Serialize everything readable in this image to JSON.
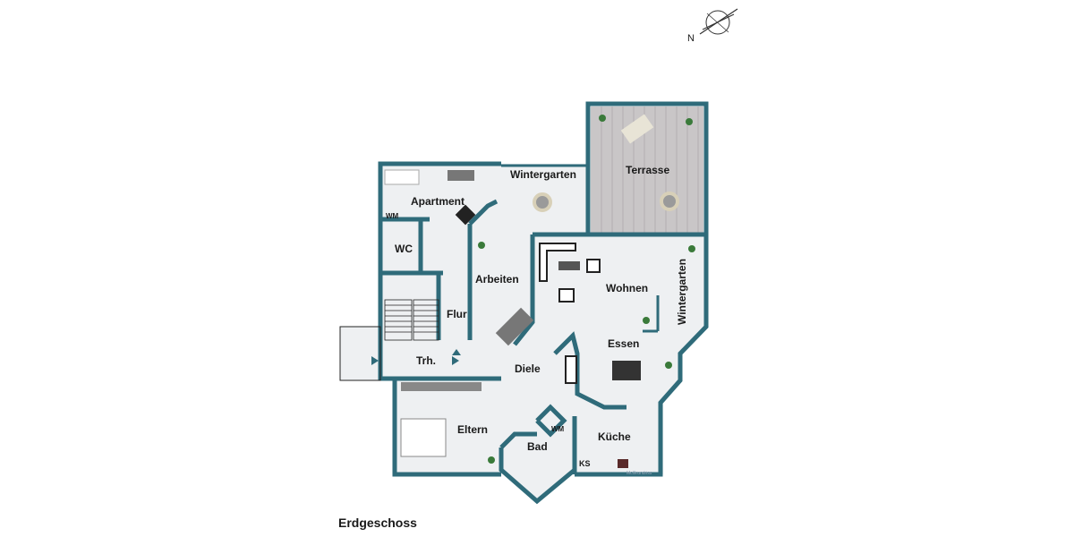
{
  "plan": {
    "caption": "Erdgeschoss",
    "compass_label": "N",
    "wall_color": "#2f6b7a",
    "rooms": {
      "terrasse": "Terrasse",
      "wintergarten_top": "Wintergarten",
      "apartment": "Apartment",
      "wc": "WC",
      "arbeiten": "Arbeiten",
      "wohnen": "Wohnen",
      "wintergarten_right": "Wintergarten",
      "flur": "Flur",
      "trh": "Trh.",
      "essen": "Essen",
      "diele": "Diele",
      "eltern": "Eltern",
      "bad": "Bad",
      "kueche": "Küche"
    },
    "fixtures": {
      "wm_apartment": "WM",
      "wm_bad": "WM",
      "ks": "KS"
    },
    "watermark": "McGrundriss"
  }
}
